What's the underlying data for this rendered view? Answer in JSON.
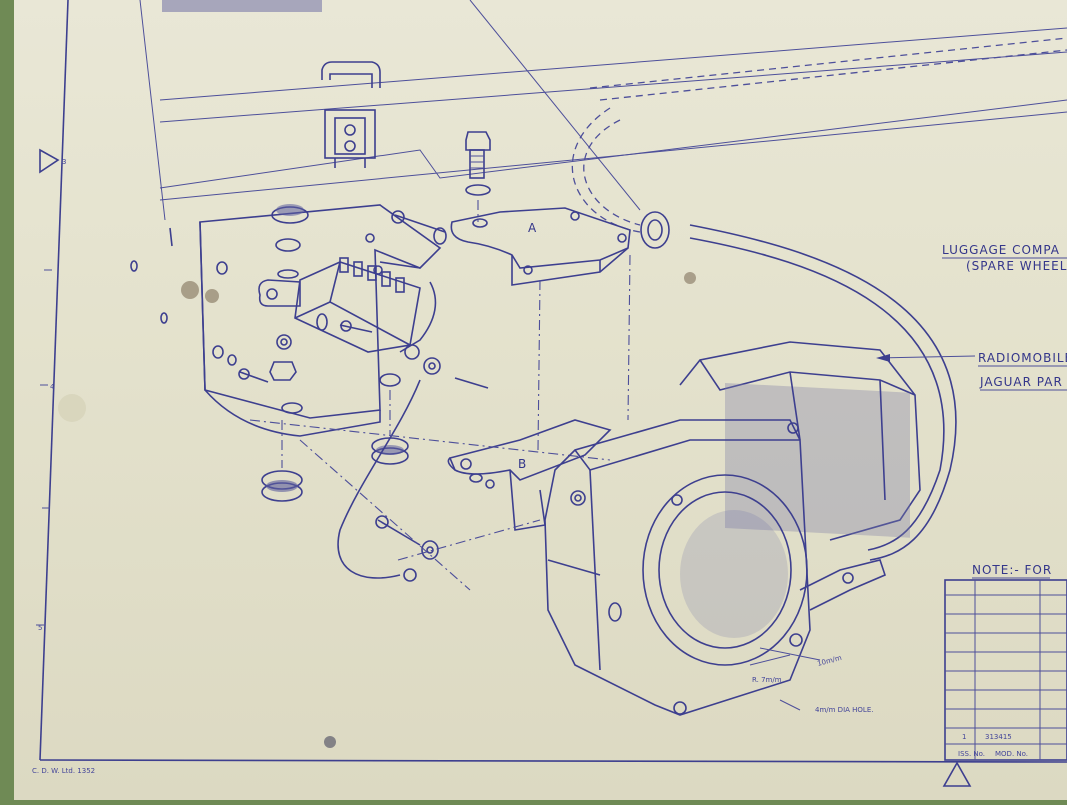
{
  "title_block": {
    "title_line1": "LUGGAGE COMPA",
    "title_line2": "(SPARE WHEEL S",
    "callout_line1": "RADIOMOBILE",
    "callout_line2": "JAGUAR PAR"
  },
  "parts": {
    "bracket_a": "A",
    "bracket_b": "B"
  },
  "dimensions": {
    "dim_10mm": "10m/m",
    "dim_radius": "R. 7m/m",
    "dim_hole": "4m/m DIA HOLE."
  },
  "note": {
    "label": "NOTE:- FOR"
  },
  "revision_table": {
    "iss_header": "ISS. No.",
    "mod_header": "MOD. No.",
    "iss_value": "1",
    "mod_value": "313415"
  },
  "grid": {
    "row_3": "3",
    "row_4": "4",
    "row_5": "5"
  },
  "footer": {
    "drawing_id": "C. D. W. Ltd. 1352"
  },
  "colors": {
    "paper": "#e6e4d0",
    "ink": "#3d3f8f",
    "mat": "#6f8a55"
  }
}
